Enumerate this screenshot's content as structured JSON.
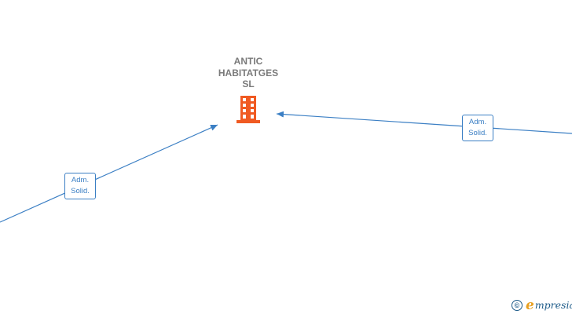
{
  "company": {
    "name_lines": [
      "ANTIC",
      "HABITATGES",
      "SL"
    ],
    "icon": "building-icon",
    "icon_color": "#f05a22"
  },
  "relations": [
    {
      "id": "left",
      "label_lines": [
        "Adm.",
        "Solid."
      ]
    },
    {
      "id": "right",
      "label_lines": [
        "Adm.",
        "Solid."
      ]
    }
  ],
  "colors": {
    "edge": "#3b7fc4",
    "name_text": "#7a7a7a",
    "brand_blue": "#1c5a88",
    "brand_orange": "#e8a020"
  },
  "brand": {
    "copyright_symbol": "©",
    "logo_letter": "e",
    "name_rest": "mpresia"
  }
}
